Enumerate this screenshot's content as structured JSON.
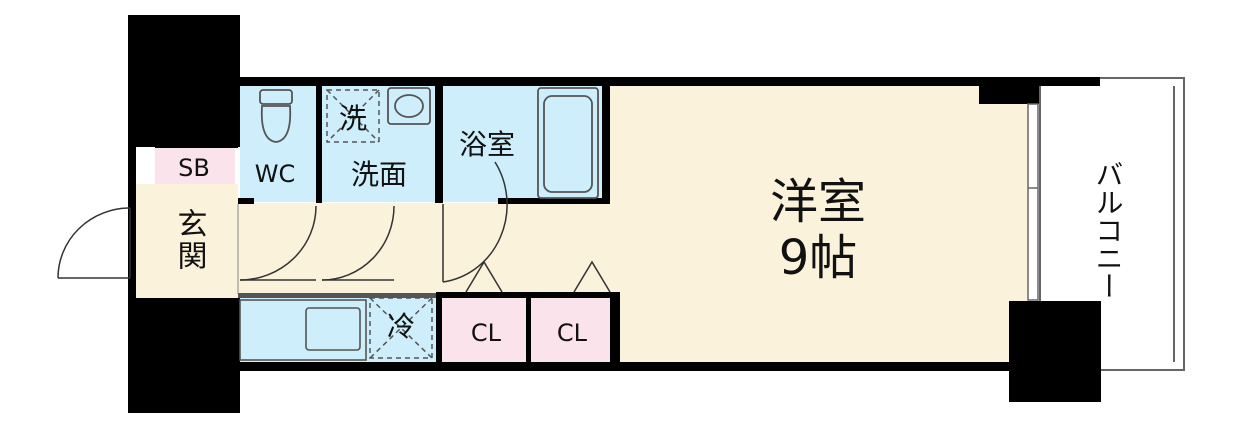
{
  "rooms": {
    "wc": "WC",
    "washroom": "洗面",
    "washer": "洗",
    "bathroom": "浴室",
    "western_room": "洋室",
    "western_room_size": "9帖",
    "entrance": "玄関",
    "shoe_box": "SB",
    "closet_1": "CL",
    "closet_2": "CL",
    "fridge": "冷",
    "balcony": "バルコニー"
  },
  "colors": {
    "wet_area": "#cdeefa",
    "main_room": "#fbf2dc",
    "storage": "#fbe3ec",
    "wall": "#000000"
  }
}
